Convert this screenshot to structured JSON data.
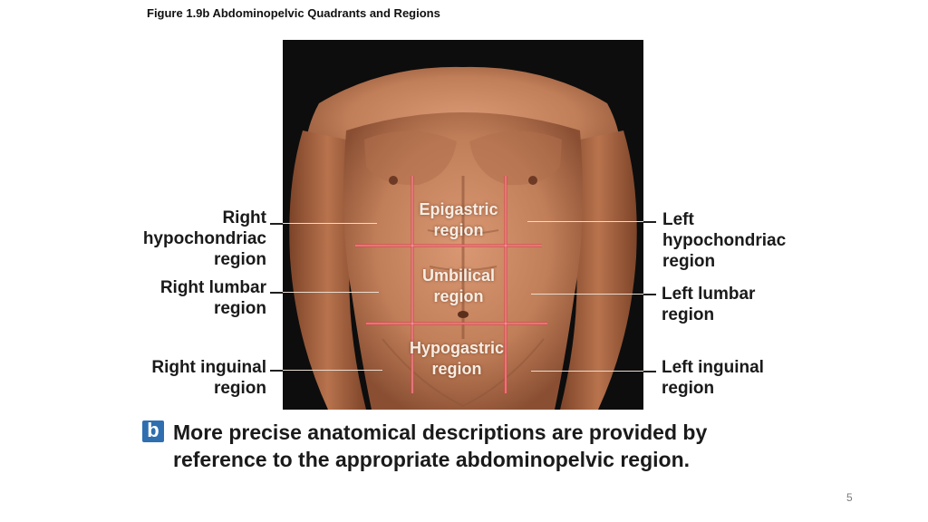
{
  "figure_title": "Figure 1.9b  Abdominopelvic Quadrants and Regions",
  "regions": {
    "epigastric": {
      "line1": "Epigastric",
      "line2": "region"
    },
    "umbilical": {
      "line1": "Umbilical",
      "line2": "region"
    },
    "hypogastric": {
      "line1": "Hypogastric",
      "line2": "region"
    },
    "right_hypochondriac": {
      "line1": "Right",
      "line2": "hypochondriac",
      "line3": "region"
    },
    "right_lumbar": {
      "line1": "Right lumbar",
      "line2": "region"
    },
    "right_inguinal": {
      "line1": "Right inguinal",
      "line2": "region"
    },
    "left_hypochondriac": {
      "line1": "Left",
      "line2": "hypochondriac",
      "line3": "region"
    },
    "left_lumbar": {
      "line1": "Left lumbar",
      "line2": "region"
    },
    "left_inguinal": {
      "line1": "Left inguinal",
      "line2": "region"
    }
  },
  "caption": {
    "badge": "b",
    "line1": "More precise anatomical descriptions are provided by",
    "line2": "reference to the appropriate abdominopelvic region."
  },
  "page_number": "5",
  "colors": {
    "grid_line": "#d9414a",
    "badge": "#2f6fb0",
    "skin": "#c98660",
    "background": "#0d0d0d"
  }
}
